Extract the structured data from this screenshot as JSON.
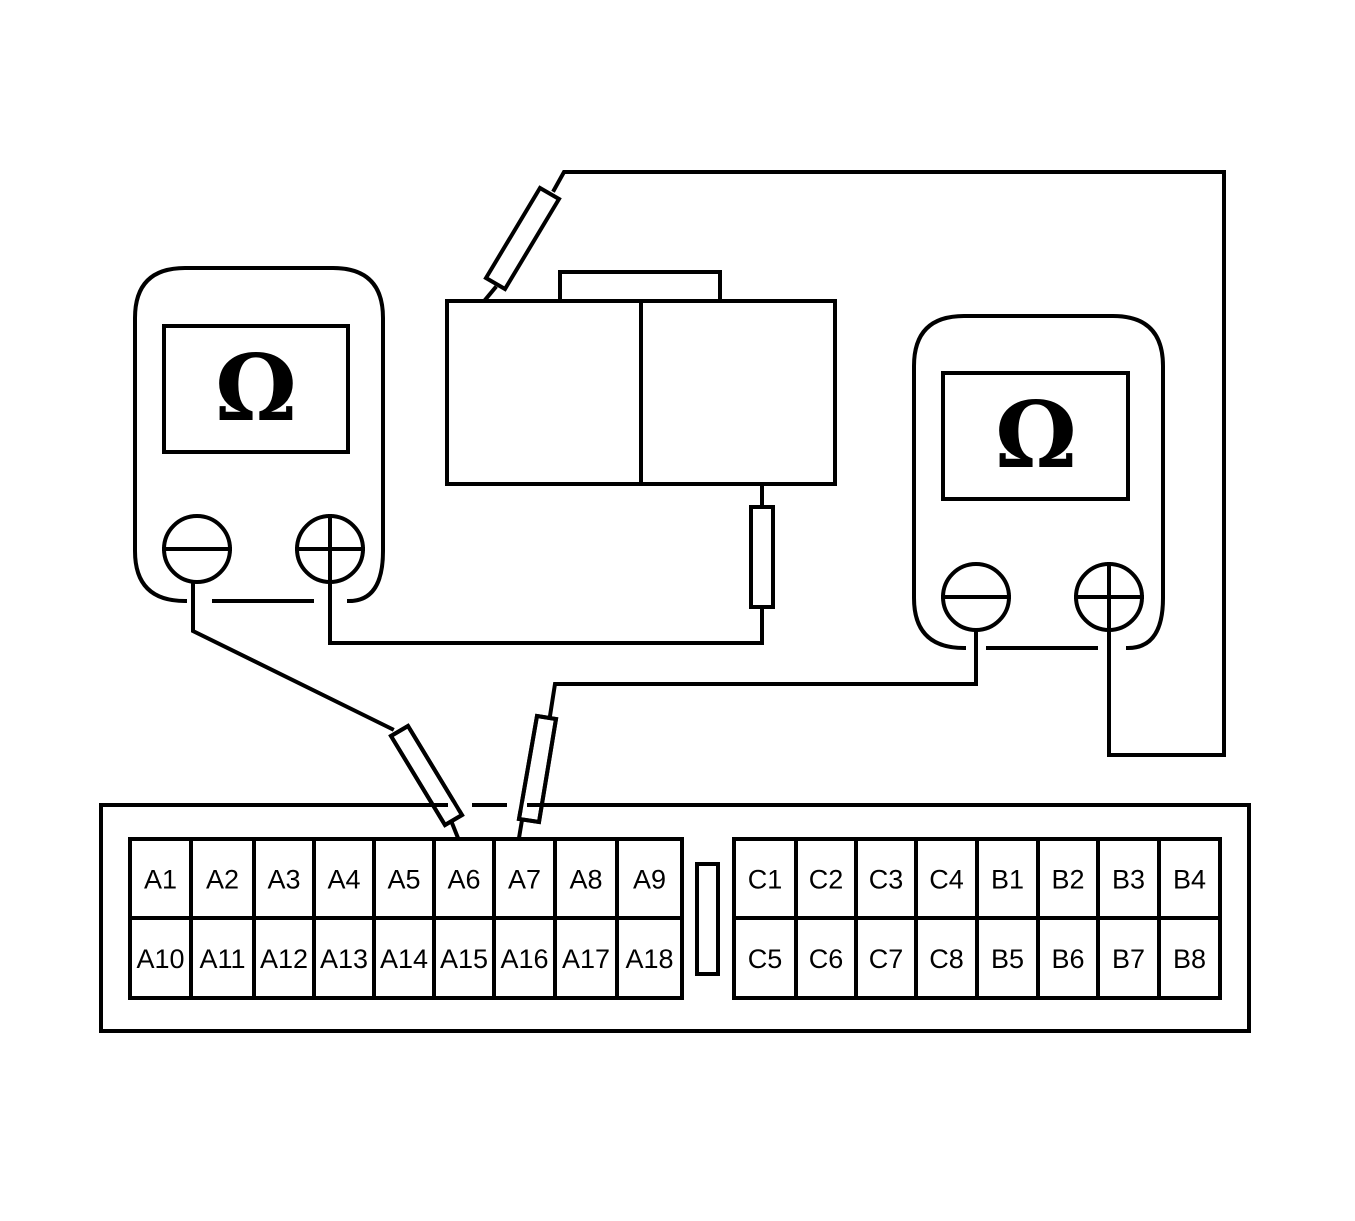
{
  "meters": [
    {
      "id": "left",
      "display_symbol": "Ω",
      "terminals": [
        "negative",
        "positive"
      ]
    },
    {
      "id": "right",
      "display_symbol": "Ω",
      "terminals": [
        "negative",
        "positive"
      ]
    }
  ],
  "connector": {
    "left_block": {
      "row1": [
        "A1",
        "A2",
        "A3",
        "A4",
        "A5",
        "A6",
        "A7",
        "A8",
        "A9"
      ],
      "row2": [
        "A10",
        "A11",
        "A12",
        "A13",
        "A14",
        "A15",
        "A16",
        "A17",
        "A18"
      ]
    },
    "right_block": {
      "row1": [
        "C1",
        "C2",
        "C3",
        "C4",
        "B1",
        "B2",
        "B3",
        "B4"
      ],
      "row2": [
        "C5",
        "C6",
        "C7",
        "C8",
        "B5",
        "B6",
        "B7",
        "B8"
      ]
    }
  },
  "colors": {
    "line": "#000000",
    "background": "#ffffff"
  }
}
